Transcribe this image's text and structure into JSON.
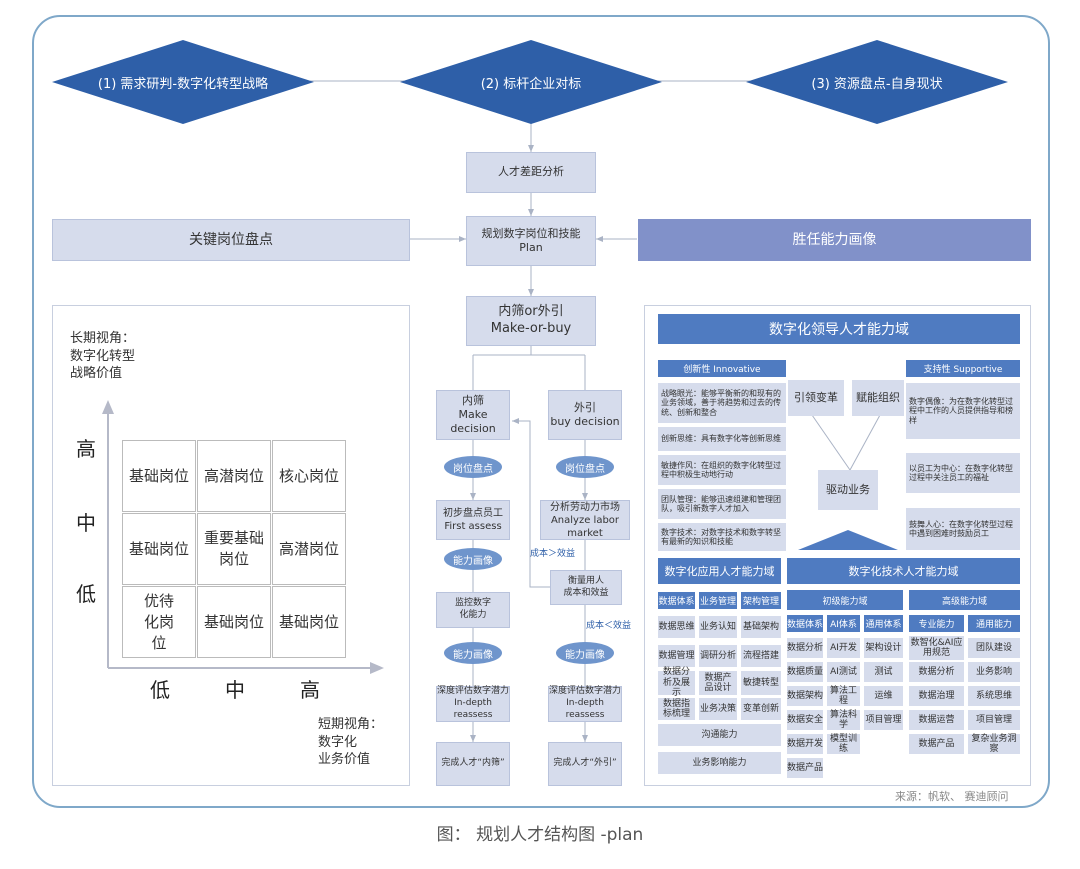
{
  "top_steps": [
    "(1) 需求研判-数字化转型战略",
    "(2) 标杆企业对标",
    "(3) 资源盘点-自身现状"
  ],
  "gap_analysis": "人才差距分析",
  "plan_box": {
    "line1": "规划数字岗位和技能",
    "line2": "Plan"
  },
  "key_positions": "关键岗位盘点",
  "competency_profile": "胜任能力画像",
  "make_or_buy": {
    "line1": "内筛or外引",
    "line2": "Make-or-buy"
  },
  "matrix": {
    "long_term": [
      "长期视角：",
      "数字化转型",
      "战略价值"
    ],
    "short_term": [
      "短期视角：",
      "数字化",
      "业务价值"
    ],
    "y_levels": [
      "高",
      "中",
      "低"
    ],
    "x_levels": [
      "低",
      "中",
      "高"
    ],
    "cells": [
      [
        "基础岗位",
        "高潜岗位",
        "核心岗位"
      ],
      [
        "基础岗位",
        "重要基础岗位",
        "高潜岗位"
      ],
      [
        "优待化岗位",
        "基础岗位",
        "基础岗位"
      ]
    ]
  },
  "make_path": {
    "decision": [
      "内筛",
      "Make decision"
    ],
    "pill1": "岗位盘点",
    "first_assess": [
      "初步盘点员工",
      "First assess"
    ],
    "pill2": "能力画像",
    "monitor": [
      "监控数字",
      "化能力"
    ],
    "pill3": "能力画像",
    "reassess": [
      "深度评估数字潜力",
      "In-depth reassess"
    ],
    "complete": "完成人才“内筛”"
  },
  "buy_path": {
    "decision": [
      "外引",
      "buy decision"
    ],
    "pill1": "岗位盘点",
    "labor_market": [
      "分析劳动力市场",
      "Analyze labor market"
    ],
    "cost_gt": "成本＞效益",
    "weigh": [
      "衡量用人",
      "成本和效益"
    ],
    "cost_lt": "成本＜效益",
    "pill2": "能力画像",
    "reassess": [
      "深度评估数字潜力",
      "In-depth reassess"
    ],
    "complete": "完成人才“外引”"
  },
  "leader": {
    "title": "数字化领导人才能力域",
    "innovative": "创新性 Innovative",
    "supportive": "支持性 Supportive",
    "left_items": [
      "战略眼光：能够平衡新的和现有的业务领域，善于将趋势和过去的传统、创新和整合",
      "创新思维：具有数字化等创新思维",
      "敏捷作风：在组织的数字化转型过程中积极生动地行动",
      "团队管理：能够迅速组建和管理团队，吸引新数字人才加入",
      "数字技术：对数字技术和数字转坚有最新的知识和技能"
    ],
    "center": [
      "引领变革",
      "赋能组织",
      "驱动业务"
    ],
    "right_items": [
      "数字偶像：为在数字化转型过程中工作的人员提供指导和榜样",
      "以员工为中心：在数字化转型过程中关注员工的福祉",
      "鼓舞人心：在数字化转型过程中遇到困难时鼓励员工"
    ]
  },
  "app": {
    "title": "数字化应用人才能力域",
    "row1": [
      "数据体系",
      "业务管理",
      "架构管理"
    ],
    "rows": [
      [
        "数据思维",
        "业务认知",
        "基础架构"
      ],
      [
        "数据管理",
        "调研分析",
        "流程搭建"
      ],
      [
        "数据分析及展示",
        "数据产品设计",
        "敏捷转型"
      ],
      [
        "数据指标梳理",
        "业务决策",
        "变革创新"
      ]
    ],
    "wide": [
      "沟通能力",
      "业务影响能力"
    ]
  },
  "tech": {
    "title": "数字化技术人才能力域",
    "junior": "初级能力域",
    "senior": "高级能力域",
    "junior_head": [
      "数据体系",
      "AI体系",
      "通用体系"
    ],
    "junior_rows": [
      [
        "数据分析",
        "AI开发",
        "架构设计"
      ],
      [
        "数据质量",
        "AI测试",
        "测试"
      ],
      [
        "数据架构",
        "算法工程",
        "运维"
      ],
      [
        "数据安全",
        "算法科学",
        "项目管理"
      ],
      [
        "数据开发",
        "模型训练",
        ""
      ],
      [
        "数据产品",
        "",
        ""
      ]
    ],
    "senior_head": [
      "专业能力",
      "通用能力"
    ],
    "senior_rows": [
      [
        "数智化&AI应用规范",
        "团队建设"
      ],
      [
        "数据分析",
        "业务影响"
      ],
      [
        "数据治理",
        "系统思维"
      ],
      [
        "数据运营",
        "项目管理"
      ],
      [
        "数据产品",
        "复杂业务洞察"
      ]
    ]
  },
  "source": "来源：帆软、 赛迪顾问",
  "caption": "图： 规划人才结构图 -plan",
  "colors": {
    "dark_blue": "#2e5fa8",
    "mid_blue": "#4f7bc1",
    "light": "#d6dcec",
    "pill": "#6f95cc"
  }
}
